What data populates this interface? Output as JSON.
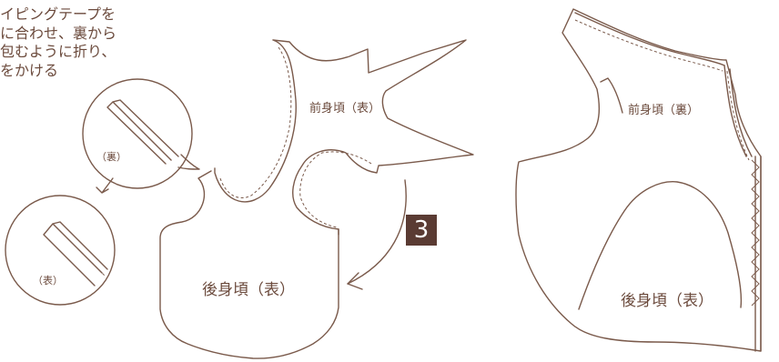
{
  "instruction": {
    "lines": [
      "イピングテープを",
      "に合わせ、裏から",
      "包むように折り、",
      "をかける"
    ]
  },
  "labels": {
    "front_left": "前身頃（表）",
    "back_left": "後身頃（表）",
    "front_right": "前身頃（裏）",
    "back_right": "後身頃（表）",
    "detail_back": "（裏）",
    "detail_front": "（表）"
  },
  "step": "3"
}
